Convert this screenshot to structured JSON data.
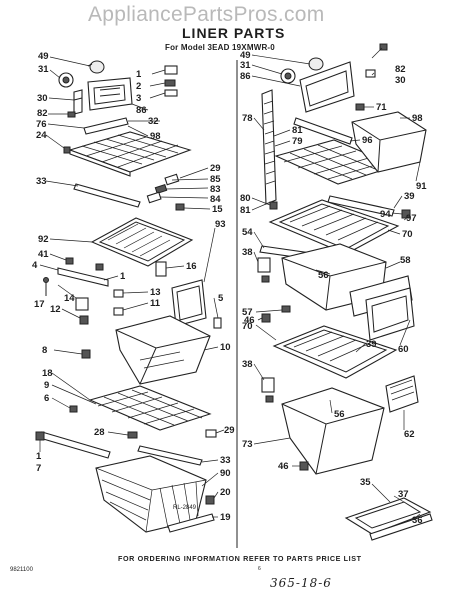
{
  "header": {
    "watermark": "AppliancePartsPros.com",
    "title": "LINER PARTS",
    "subtitle": "For Model 3EAD 19XMWR-0"
  },
  "footer": {
    "order_note": "FOR ORDERING INFORMATION REFER TO PARTS PRICE LIST",
    "illustration_ref": "RL-2849",
    "doc_code": "9821100",
    "handwritten": "365-18-6",
    "small_mark": "6"
  },
  "callouts": [
    {
      "id": "l49",
      "text": "49"
    },
    {
      "id": "l31",
      "text": "31"
    },
    {
      "id": "l30",
      "text": "30"
    },
    {
      "id": "l82",
      "text": "82"
    },
    {
      "id": "l76",
      "text": "76"
    },
    {
      "id": "l24",
      "text": "24"
    },
    {
      "id": "l33",
      "text": "33"
    },
    {
      "id": "l92",
      "text": "92"
    },
    {
      "id": "l41",
      "text": "41"
    },
    {
      "id": "l4",
      "text": "4"
    },
    {
      "id": "l17",
      "text": "17"
    },
    {
      "id": "l14",
      "text": "14"
    },
    {
      "id": "l12",
      "text": "12"
    },
    {
      "id": "l8",
      "text": "8"
    },
    {
      "id": "l18",
      "text": "18"
    },
    {
      "id": "l9",
      "text": "9"
    },
    {
      "id": "l6",
      "text": "6"
    },
    {
      "id": "l1b",
      "text": "1"
    },
    {
      "id": "l7",
      "text": "7"
    },
    {
      "id": "l1a",
      "text": "1"
    },
    {
      "id": "l2",
      "text": "2"
    },
    {
      "id": "l3",
      "text": "3"
    },
    {
      "id": "l86a",
      "text": "86"
    },
    {
      "id": "l32",
      "text": "32"
    },
    {
      "id": "l98a",
      "text": "98"
    },
    {
      "id": "l29a",
      "text": "29"
    },
    {
      "id": "l85",
      "text": "85"
    },
    {
      "id": "l83",
      "text": "83"
    },
    {
      "id": "l84",
      "text": "84"
    },
    {
      "id": "l15",
      "text": "15"
    },
    {
      "id": "l93",
      "text": "93"
    },
    {
      "id": "l16",
      "text": "16"
    },
    {
      "id": "l1c",
      "text": "1"
    },
    {
      "id": "l13",
      "text": "13"
    },
    {
      "id": "l11",
      "text": "11"
    },
    {
      "id": "l5",
      "text": "5"
    },
    {
      "id": "l10",
      "text": "10"
    },
    {
      "id": "l28",
      "text": "28"
    },
    {
      "id": "l29b",
      "text": "29"
    },
    {
      "id": "l33b",
      "text": "33"
    },
    {
      "id": "l90",
      "text": "90"
    },
    {
      "id": "l20",
      "text": "20"
    },
    {
      "id": "l19",
      "text": "19"
    },
    {
      "id": "r49",
      "text": "49"
    },
    {
      "id": "r31",
      "text": "31"
    },
    {
      "id": "r86",
      "text": "86"
    },
    {
      "id": "r82",
      "text": "82"
    },
    {
      "id": "r30",
      "text": "30"
    },
    {
      "id": "r71",
      "text": "71"
    },
    {
      "id": "r78",
      "text": "78"
    },
    {
      "id": "r81a",
      "text": "81"
    },
    {
      "id": "r79",
      "text": "79"
    },
    {
      "id": "r96",
      "text": "96"
    },
    {
      "id": "r98",
      "text": "98"
    },
    {
      "id": "r91",
      "text": "91"
    },
    {
      "id": "r39a",
      "text": "39"
    },
    {
      "id": "r94",
      "text": "94"
    },
    {
      "id": "r97",
      "text": "97"
    },
    {
      "id": "r80",
      "text": "80"
    },
    {
      "id": "r81b",
      "text": "81"
    },
    {
      "id": "r70a",
      "text": "70"
    },
    {
      "id": "r54",
      "text": "54"
    },
    {
      "id": "r38a",
      "text": "38"
    },
    {
      "id": "r56a",
      "text": "56"
    },
    {
      "id": "r58",
      "text": "58"
    },
    {
      "id": "r57",
      "text": "57"
    },
    {
      "id": "r46a",
      "text": "46"
    },
    {
      "id": "r70b",
      "text": "70"
    },
    {
      "id": "r60",
      "text": "60"
    },
    {
      "id": "r39b",
      "text": "39"
    },
    {
      "id": "r38b",
      "text": "38"
    },
    {
      "id": "r56b",
      "text": "56"
    },
    {
      "id": "r62",
      "text": "62"
    },
    {
      "id": "r73",
      "text": "73"
    },
    {
      "id": "r46b",
      "text": "46"
    },
    {
      "id": "r35",
      "text": "35"
    },
    {
      "id": "r37",
      "text": "37"
    },
    {
      "id": "r36",
      "text": "36"
    }
  ]
}
